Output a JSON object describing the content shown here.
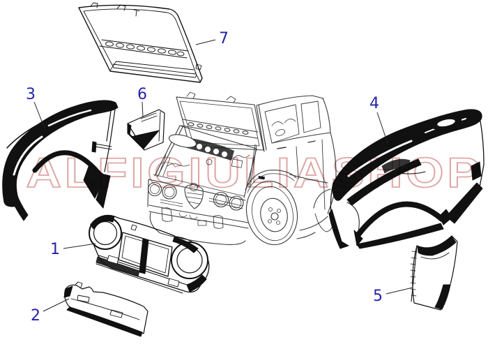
{
  "diagram": {
    "watermark": "ALFIGIULIASHOP",
    "accent_color": "#2323ab",
    "watermark_color": "#cc5a5a",
    "ink_color": "#111111",
    "parts": [
      {
        "number": "1"
      },
      {
        "number": "2"
      },
      {
        "number": "3"
      },
      {
        "number": "4"
      },
      {
        "number": "5"
      },
      {
        "number": "6"
      },
      {
        "number": "7"
      }
    ]
  }
}
